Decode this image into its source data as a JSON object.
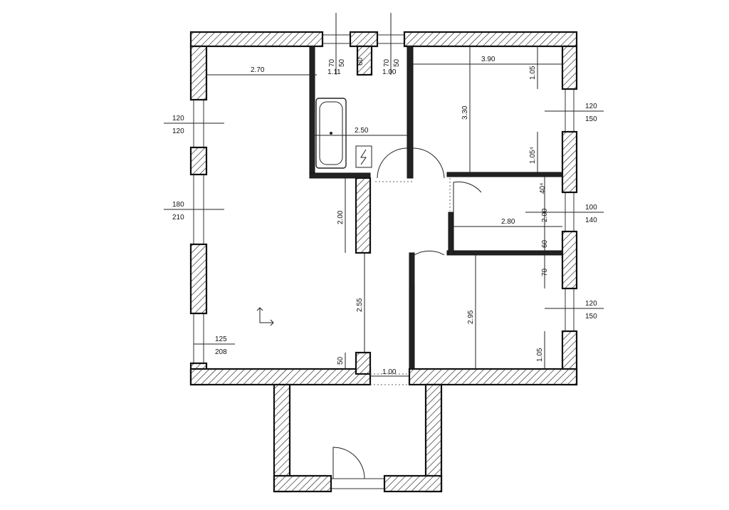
{
  "plan": {
    "dimensions": {
      "living_width": "2.70",
      "bath_width": "2.50",
      "bed1_width": "3.90",
      "bed1_depth": "3.30",
      "bed2_width": "2.80",
      "hall_upper": "2.00",
      "hall_lower": "2.55",
      "bed3_depth": "2.95",
      "entry_width": "1.00",
      "sill_50": "50",
      "wc_a_top": "70",
      "wc_a_mid": "50",
      "wc_a_val": "1.11",
      "wc_b_top": "70",
      "wc_b_mid": "50",
      "wc_b_val": "1.00",
      "wc_wall": "60",
      "bed1_top": "1.05",
      "bed1_bottom": "1.05⁴",
      "bed2_top": "40⁴",
      "bed2_h": "2.00",
      "bed2_60": "60",
      "bed2_70": "70",
      "bed3_bottom": "1.05"
    },
    "windows": [
      {
        "w": "120",
        "h": "120"
      },
      {
        "w": "180",
        "h": "210"
      },
      {
        "w": "125",
        "h": "208"
      },
      {
        "w": "120",
        "h": "150"
      },
      {
        "w": "100",
        "h": "140"
      },
      {
        "w": "120",
        "h": "150"
      }
    ]
  }
}
